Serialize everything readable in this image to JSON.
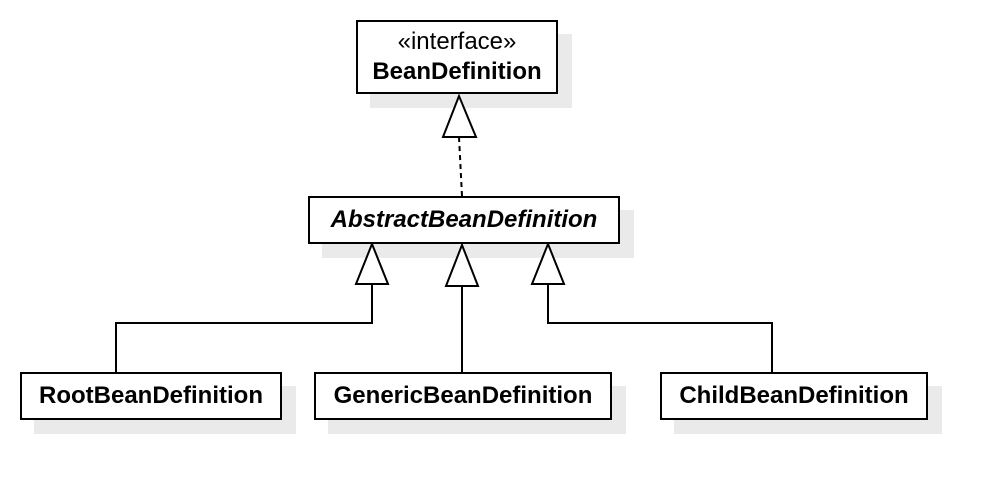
{
  "diagram": {
    "interface_node": {
      "stereotype": "«interface»",
      "name": "BeanDefinition"
    },
    "abstract_node": {
      "name": "AbstractBeanDefinition"
    },
    "concrete_nodes": [
      {
        "name": "RootBeanDefinition"
      },
      {
        "name": "GenericBeanDefinition"
      },
      {
        "name": "ChildBeanDefinition"
      }
    ],
    "relations": [
      {
        "from": "AbstractBeanDefinition",
        "to": "BeanDefinition",
        "kind": "realization"
      },
      {
        "from": "RootBeanDefinition",
        "to": "AbstractBeanDefinition",
        "kind": "generalization"
      },
      {
        "from": "GenericBeanDefinition",
        "to": "AbstractBeanDefinition",
        "kind": "generalization"
      },
      {
        "from": "ChildBeanDefinition",
        "to": "AbstractBeanDefinition",
        "kind": "generalization"
      }
    ],
    "colors": {
      "line": "#000000",
      "box_fill": "#ffffff",
      "shadow": "#eaeaea"
    }
  }
}
